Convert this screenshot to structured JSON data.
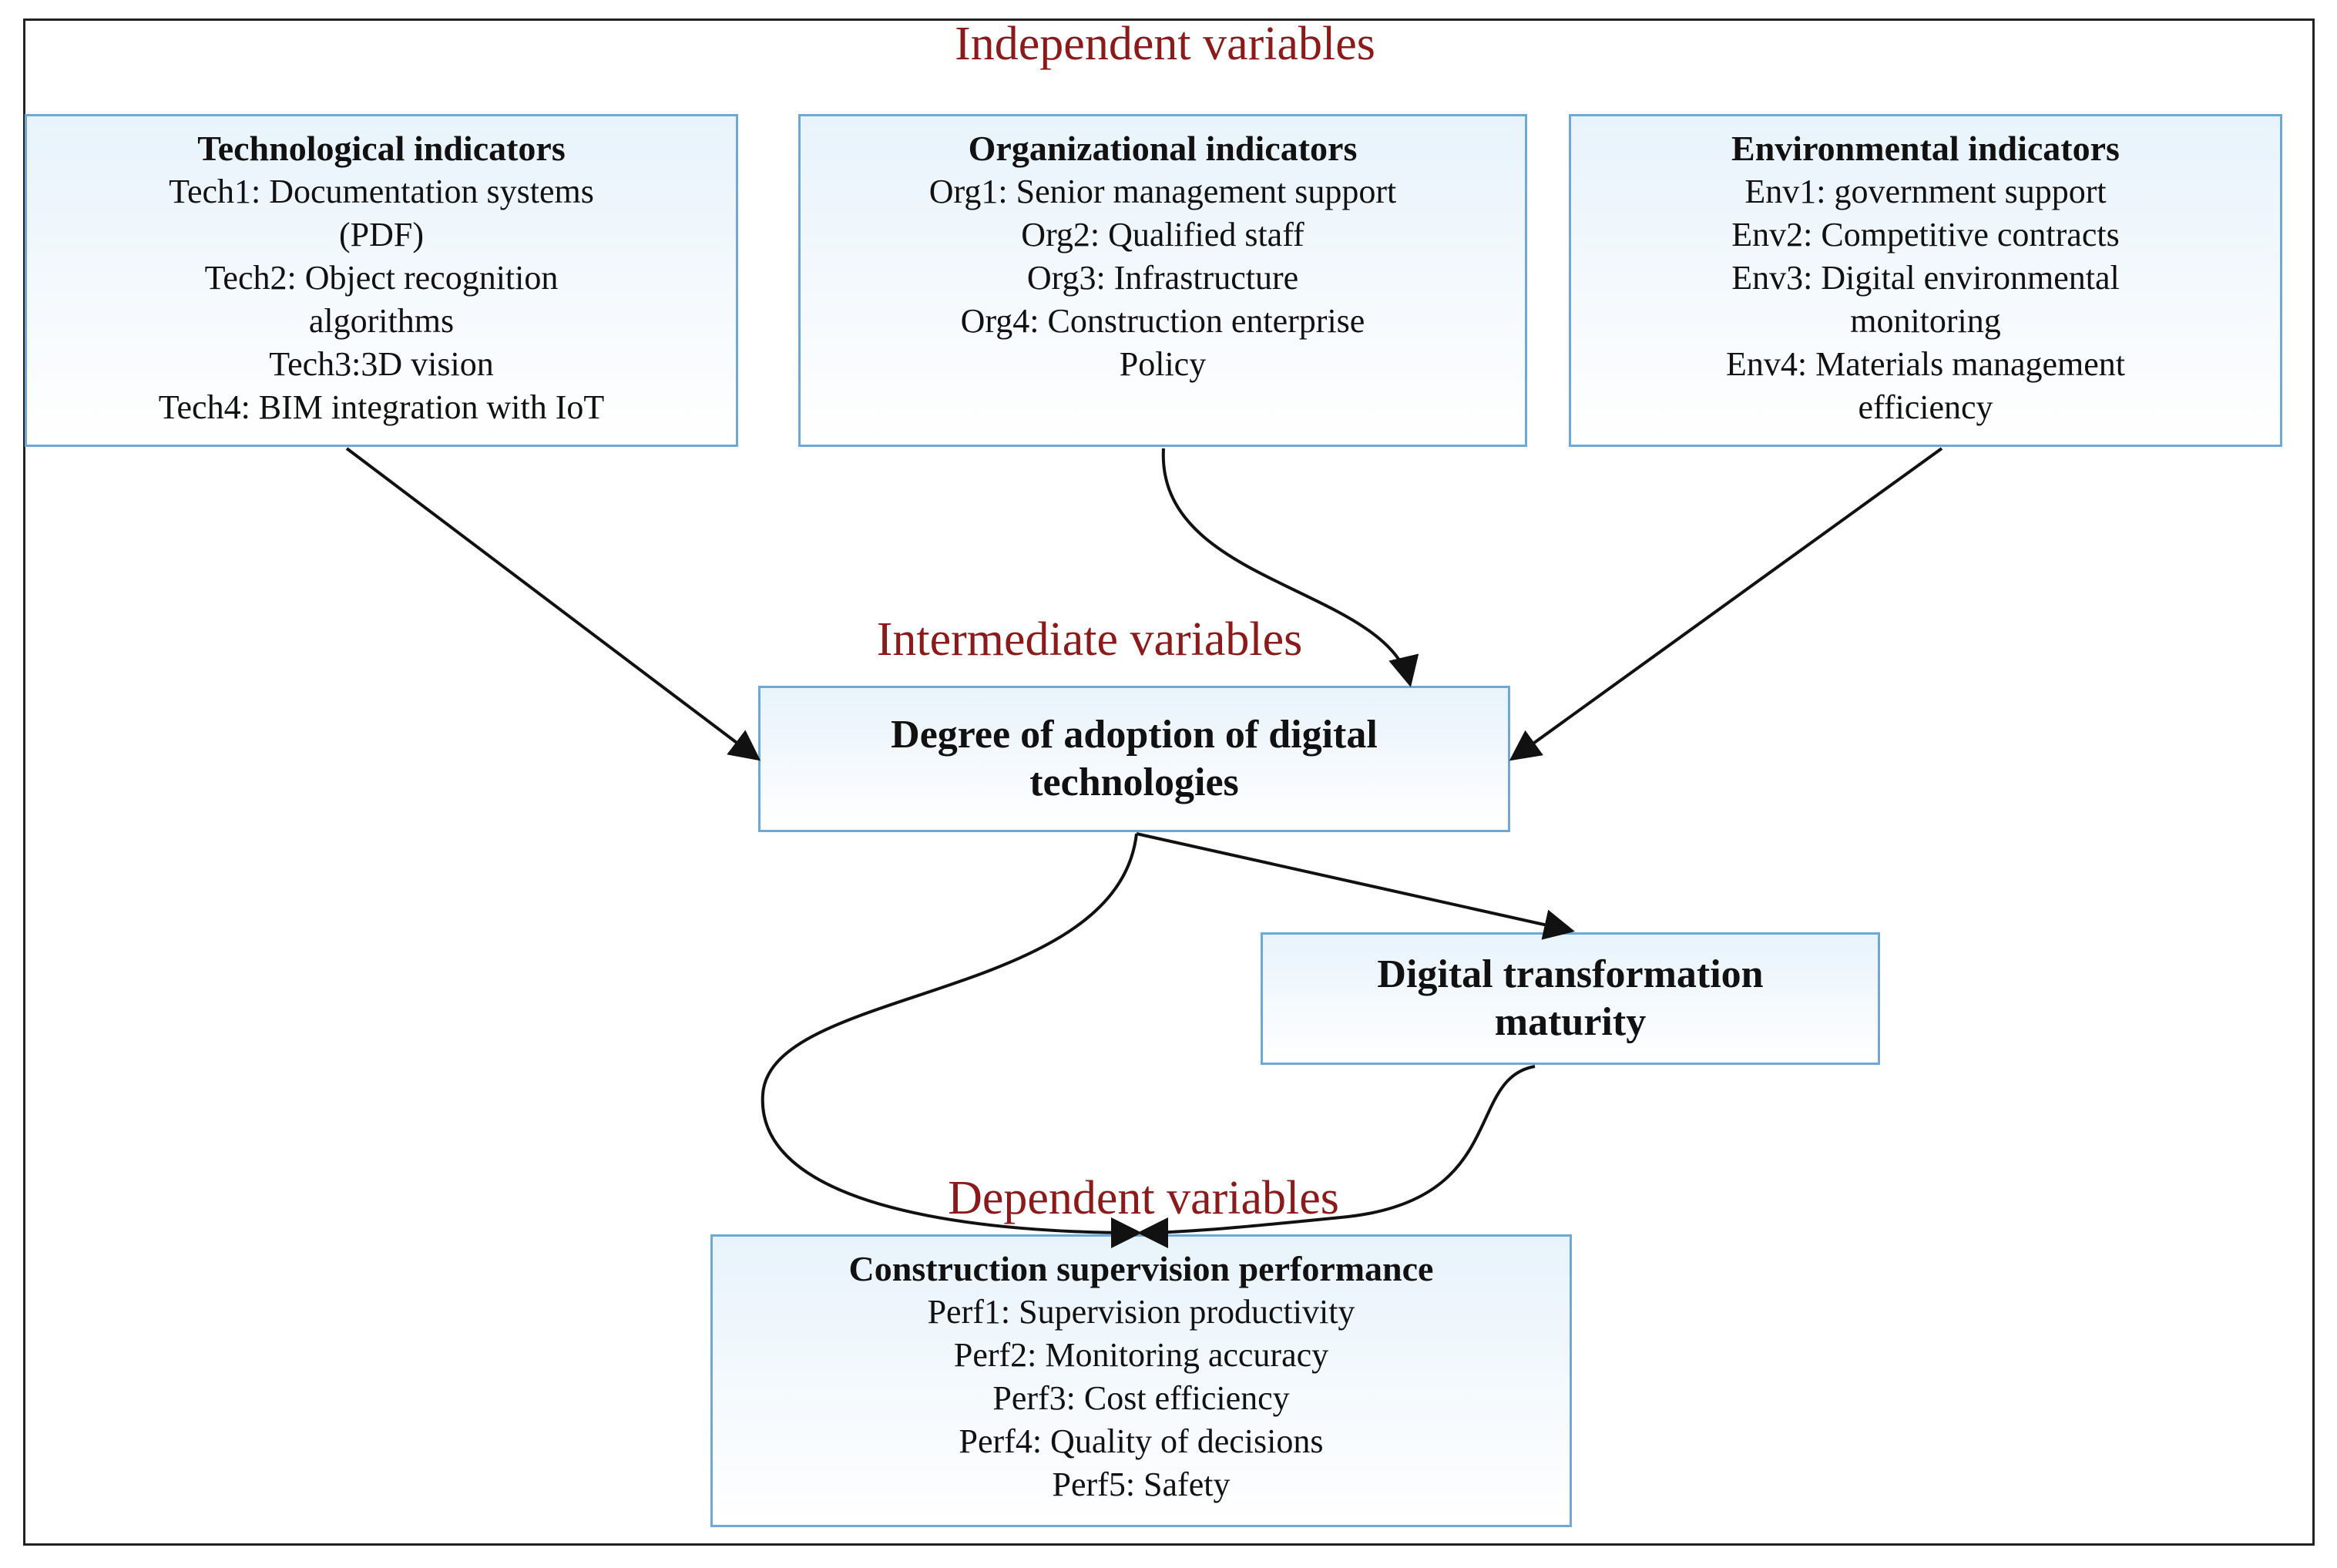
{
  "labels": {
    "independent": "Independent variables",
    "intermediate": "Intermediate variables",
    "dependent": "Dependent variables"
  },
  "tech": {
    "title": "Technological indicators",
    "lines": [
      "Tech1: Documentation systems",
      "(PDF)",
      "Tech2: Object recognition",
      "algorithms",
      "Tech3:3D vision",
      "Tech4: BIM integration with IoT"
    ]
  },
  "org": {
    "title": "Organizational indicators",
    "lines": [
      "Org1: Senior management support",
      "Org2: Qualified staff",
      "Org3: Infrastructure",
      "Org4: Construction enterprise",
      "Policy"
    ]
  },
  "env": {
    "title": "Environmental indicators",
    "lines": [
      "Env1: government support",
      "Env2: Competitive contracts",
      "Env3: Digital environmental",
      "monitoring",
      "Env4: Materials management",
      "efficiency"
    ]
  },
  "adoption": {
    "title": "Degree of adoption of digital technologies"
  },
  "maturity": {
    "title": "Digital transformation maturity"
  },
  "perf": {
    "title": "Construction supervision performance",
    "lines": [
      "Perf1: Supervision productivity",
      "Perf2: Monitoring accuracy",
      "Perf3: Cost efficiency",
      "Perf4: Quality of decisions",
      "Perf5: Safety"
    ]
  },
  "colors": {
    "label": "#8b1a1a",
    "box_border": "#6fa8d6",
    "box_fill": "#e8f3fb"
  }
}
